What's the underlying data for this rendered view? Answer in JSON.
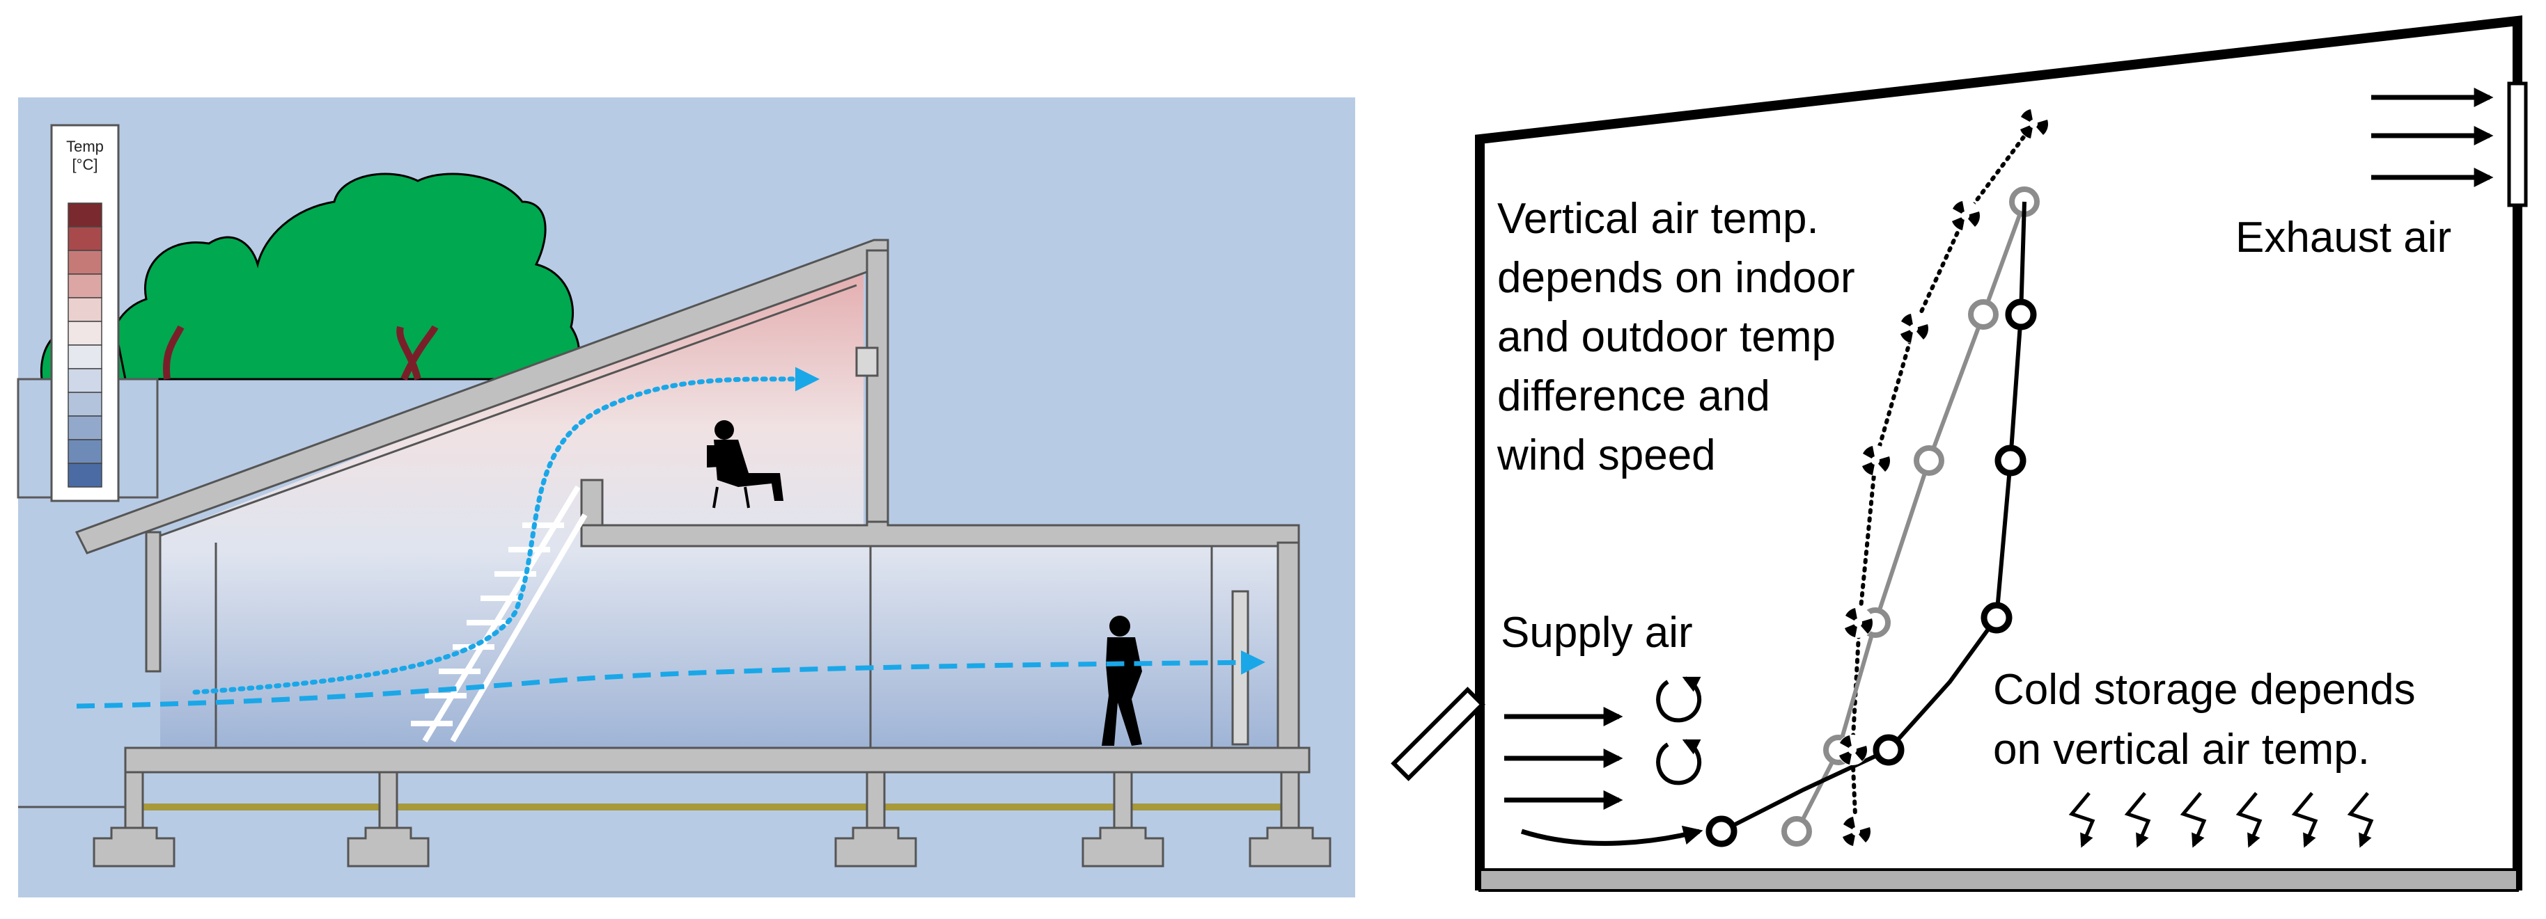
{
  "left_panel": {
    "legend": {
      "title_line1": "Temp",
      "title_line2": "[°C]",
      "swatches": [
        "#7a2a2e",
        "#a84a4c",
        "#c67a78",
        "#dba6a3",
        "#ead0ce",
        "#f1e6e6",
        "#e6e8f0",
        "#cfd8e8",
        "#b3c3dc",
        "#93a9cc",
        "#6e8bb8",
        "#4a6ba3"
      ]
    },
    "colors": {
      "sky": "#b8cbe5",
      "trees": "#00a84f",
      "moon": "#e6e2ee",
      "wall": "#c0c0c0",
      "airflow": "#1aa7e8",
      "person": "#000000",
      "warm": "#e3a9ab"
    },
    "icons": [
      "moon-icon",
      "tree-icon",
      "person-sitting-icon",
      "person-walking-icon",
      "ladder-icon"
    ]
  },
  "right_panel": {
    "labels": {
      "vertical_line1": "Vertical air temp.",
      "vertical_line2": "depends on indoor",
      "vertical_line3": "and outdoor temp",
      "vertical_line4": "difference and",
      "vertical_line5": "wind speed",
      "exhaust": "Exhaust air",
      "supply": "Supply air",
      "cold_line1": "Cold storage depends",
      "cold_line2": "on vertical air temp."
    },
    "profiles": [
      {
        "style": "dotted-fan",
        "color": "#000000"
      },
      {
        "style": "solid",
        "color": "#8c8c8c"
      },
      {
        "style": "solid",
        "color": "#000000"
      }
    ],
    "icons": [
      "fan-marker-icon",
      "ring-marker-icon",
      "arrow-icon",
      "swirl-icon",
      "heat-wave-icon"
    ]
  }
}
